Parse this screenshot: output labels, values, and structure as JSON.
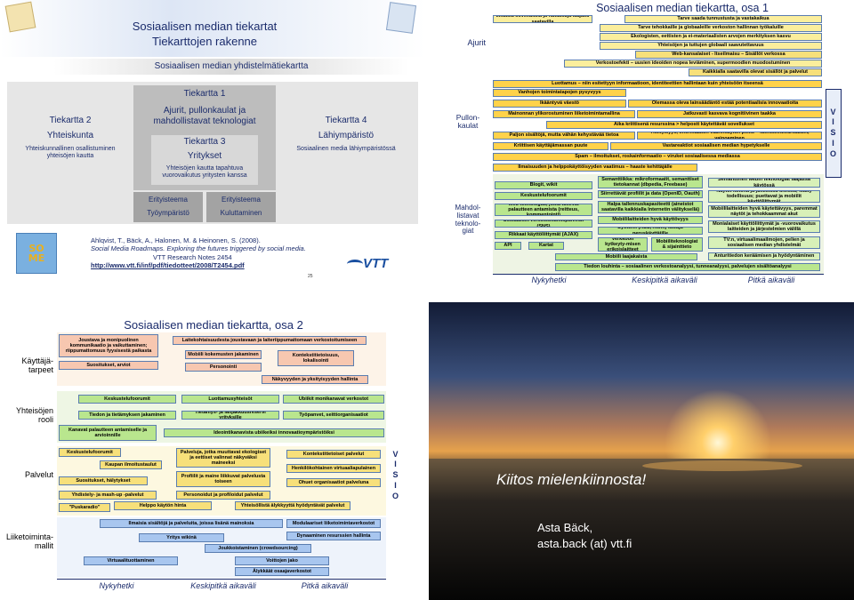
{
  "slide1": {
    "title_line1": "Sosiaalisen median tiekartat",
    "title_line2": "Tiekarttojen rakenne",
    "composite_label": "Sosiaalisen median yhdistelmätiekartta",
    "map1_label": "Tiekartta 1",
    "map1_sub": "Ajurit, pullonkaulat ja mahdollistavat teknologiat",
    "map2_label": "Tiekartta 2",
    "map2_sub": "Yhteiskunta",
    "map2_desc": "Yhteiskunnallinen osallistuminen yhteisöjen kautta",
    "map3_label": "Tiekartta 3",
    "map3_sub": "Yritykset",
    "map3_desc": "Yhteisöjen kautta tapahtuva vuorovaikutus yritysten kanssa",
    "map4_label": "Tiekartta 4",
    "map4_sub": "Lähiympäristö",
    "map4_desc": "Sosiaalinen media lähiympäristössä",
    "sub_a1": "Erityisteema",
    "sub_a2": "Työympäristö",
    "sub_b1": "Erityisteema",
    "sub_b2": "Kuluttaminen",
    "ref_authors": "Ahlqvist, T., Bäck, A., Halonen, M. & Heinonen, S. (2008).",
    "ref_title": "Social Media Roadmaps. Exploring the futures triggered by social media.",
    "ref_series": "VTT Research Notes 2454",
    "ref_url": "http://www.vtt.fi/inf/pdf/tiedotteet/2008/T2454.pdf",
    "page_num": "25",
    "logo_text": "SO ME",
    "vtt": "VTT"
  },
  "slide2": {
    "title": "Sosiaalisen median tiekartta, osa 1",
    "row_ajurit": "Ajurit",
    "row_pullonkaulat": "Pullon-kaulat",
    "row_mahdol": "Mahdol-listavat teknolo-giat",
    "visio": [
      "V",
      "I",
      "S",
      "I",
      "O"
    ],
    "time": [
      "Nykyhetki",
      "Keskipitkä aikaväli",
      "Pitkä aikaväli"
    ],
    "ajurit": [
      "Ilmaisia sovelluksia ja ratkaisuja laajasti saatavilla",
      "Tarve saada tunnustusta ja vastakaikua",
      "Tarve tehokkaille ja globaaleille verkoston hallinnan työkaluille",
      "Ekologisten, eettisten ja ei-materiaalisten arvojen merkityksen kasvu",
      "Yhteisöjen ja tuttujen globaali saavutettavuus",
      "Web-kansalaiset - Itseilmaisu – Sisällöt verkossa",
      "Verkostoefekti – uusien ideoiden nopea leviäminen, supermoodien muodostuminen",
      "Kaikkialla saatavilla olevat sisällöt ja palvelut"
    ],
    "pullon": [
      "Luottamus – niin esitettyyn informaatioon, identiteettien hallintaan kuin yhteisöön itseensä",
      "Vanhojen toimintatapojen pysyvyys",
      "Ikääntyvä väestö",
      "Olemassa oleva lainsäädäntö estää potentiaalisia innovaatioita",
      "Mainonnan ylikorostuminen liiketoimintamallina",
      "Jatkuvasti kasvava kognitiivinen taakka",
      "Aika kriittisenä resurssina > helpostt käytettävät sovellukset",
      "Paljon sisältöjä, mutta vähän kehystävää tietoa",
      "Yksityisyys, informaation väärinkäytön pelko – identiteettivarkaudet, vainoaminen",
      "Kriittisen käyttäjämassan puute",
      "Vastareaktiot sosiaalisen median hypetykselle",
      "Spam – ilmoitukset, roskainformaatio – viruket sosiaalisessa mediassa",
      "Ilmaisuuden ja helppokäyttöisyyden vaatimus – haaste kehittäjälle"
    ],
    "tech": [
      "Blogit, wikit",
      "Semanttiikka: mikroformaatit, semanttiset tietokannat (dbpedia, Freebase)",
      "Semanttinen webin teknologiat laajassa käytössä",
      "Keskustelufoorumit",
      "Siirrettävät profiilit ja data (OpenID, Oauth)",
      "Näytöt kotona ja julkisissa tiloissa; isätty todellisuus; puettavat ja mobiilit käyttöliittymät",
      "Web-teknologiat, jotka tukevat palautteen antamista (reitteus, kommentointi)",
      "Halpa tallennuskapasiteetti (aineistot saatavilla kaikkialla Internetin välityksellä)",
      "Mobiililaitteiden hyvä käytettävyys, paremmat näytöt ja tehokkaammat akut",
      "Sosiaaliset verkostoitumispalvelut (SNS)",
      "Mobiililaitteiden hyvä käyttövyys",
      "Monialaiset käyttöliittymät ja -vuorovaikutus laitteiden ja järjestelmien välillä",
      "Rikkaat käyttöliittymät (AJAX)",
      "Syötteet (RSS, Atom) tuttuja peruskäyttäjille",
      "API",
      "Kartat",
      "Verkkoon kytkeyty-misen erikoislaitteet",
      "Mobiiliteknologiat & sijainttieto",
      "TV:n, virtuaalimaailmojen, pelien ja sosiaalisen median yhdistelmät",
      "Mobiili laajakaista",
      "Anturitiedon keräämisen ja hyödyntäminen",
      "Tiedon louhinta – sosiaalinen verkostoanalyysi, tunneanalyysi, palvelujen sisältöanalyysi"
    ]
  },
  "slide3": {
    "title": "Sosiaalisen median tiekartta, osa 2",
    "row_kayttajat": "Käyttäjä-tarpeet",
    "row_rooli": "Yhteisöjen rooli",
    "row_palvelut": "Palvelut",
    "row_liike": "Liiketoiminta-mallit",
    "visio": [
      "V",
      "I",
      "S",
      "I",
      "O"
    ],
    "time": [
      "Nykyhetki",
      "Keskipitkä aikaväli",
      "Pitkä aikaväli"
    ],
    "boxes": [
      "Joustava ja monipuolinen kommunikaatio ja vaikuttaminen; riippumattomuus fyysisestä paikasta",
      "Laitekohtaisuudesta joustavaan ja laiteriippumattomaan verkostoitumiseen",
      "Mobiili kokemusten jakaminen",
      "Kontekstitietoisuus, lokalisointi",
      "Suositukset, arviot",
      "Personointi",
      "Näkyvyyden ja yksityisyyden hallinta",
      "Keskustelufoorumit",
      "Luottamusyhteisöt",
      "Ubiikit monikanavat verkostot",
      "Tiedon ja tietämyksen jakaminen",
      "Tietämys- ja lahjakkuusreservi yrityksille",
      "Työpanvet, seittiorganisaatiot",
      "Kanavat palautteen antamiselle ja arvioinnille",
      "Ideointikanavista ubiikeiksi innovaatioympäristöiksi",
      "Keskustelufoorumit",
      "Palveluja, jotka muuttavat ekologiset ja eettiset valinnat näkyväksi maineeksi",
      "Kontekstitietoiset palvelut",
      "Kaupan ilmoitustaulut",
      "Henkilökohtainen virtuaaliapulainen",
      "Suositukset, hälytykset",
      "Profiilit ja maine liikkuvat palvelusta toiseen",
      "Ohuet organisaatiot palveluna",
      "Yhdistely- ja mash-up -palvelut",
      "Personoidut ja profiloidut palvelut",
      "\"Puskaradio\"",
      "Helppo käytön hinta",
      "Yhteisöllistä älykkyyttä hyödyntävät palvelut",
      "Ilmaisia sisältöjä ja palveluita, joissa lisänä mainoksia",
      "Modulaariset liiketoimintaverkostot",
      "Yritys wikinä",
      "Dynaaminen resurssien hallinta",
      "Joukkoistaminen (crowdsourcing)",
      "Virtuaalituottaminen",
      "Voittojen jako",
      "Älykkäät osaajaverkostot"
    ]
  },
  "slide4": {
    "thanks": "Kiitos mielenkiinnosta!",
    "name": "Asta Bäck,",
    "email": "asta.back (at)  vtt.fi"
  }
}
